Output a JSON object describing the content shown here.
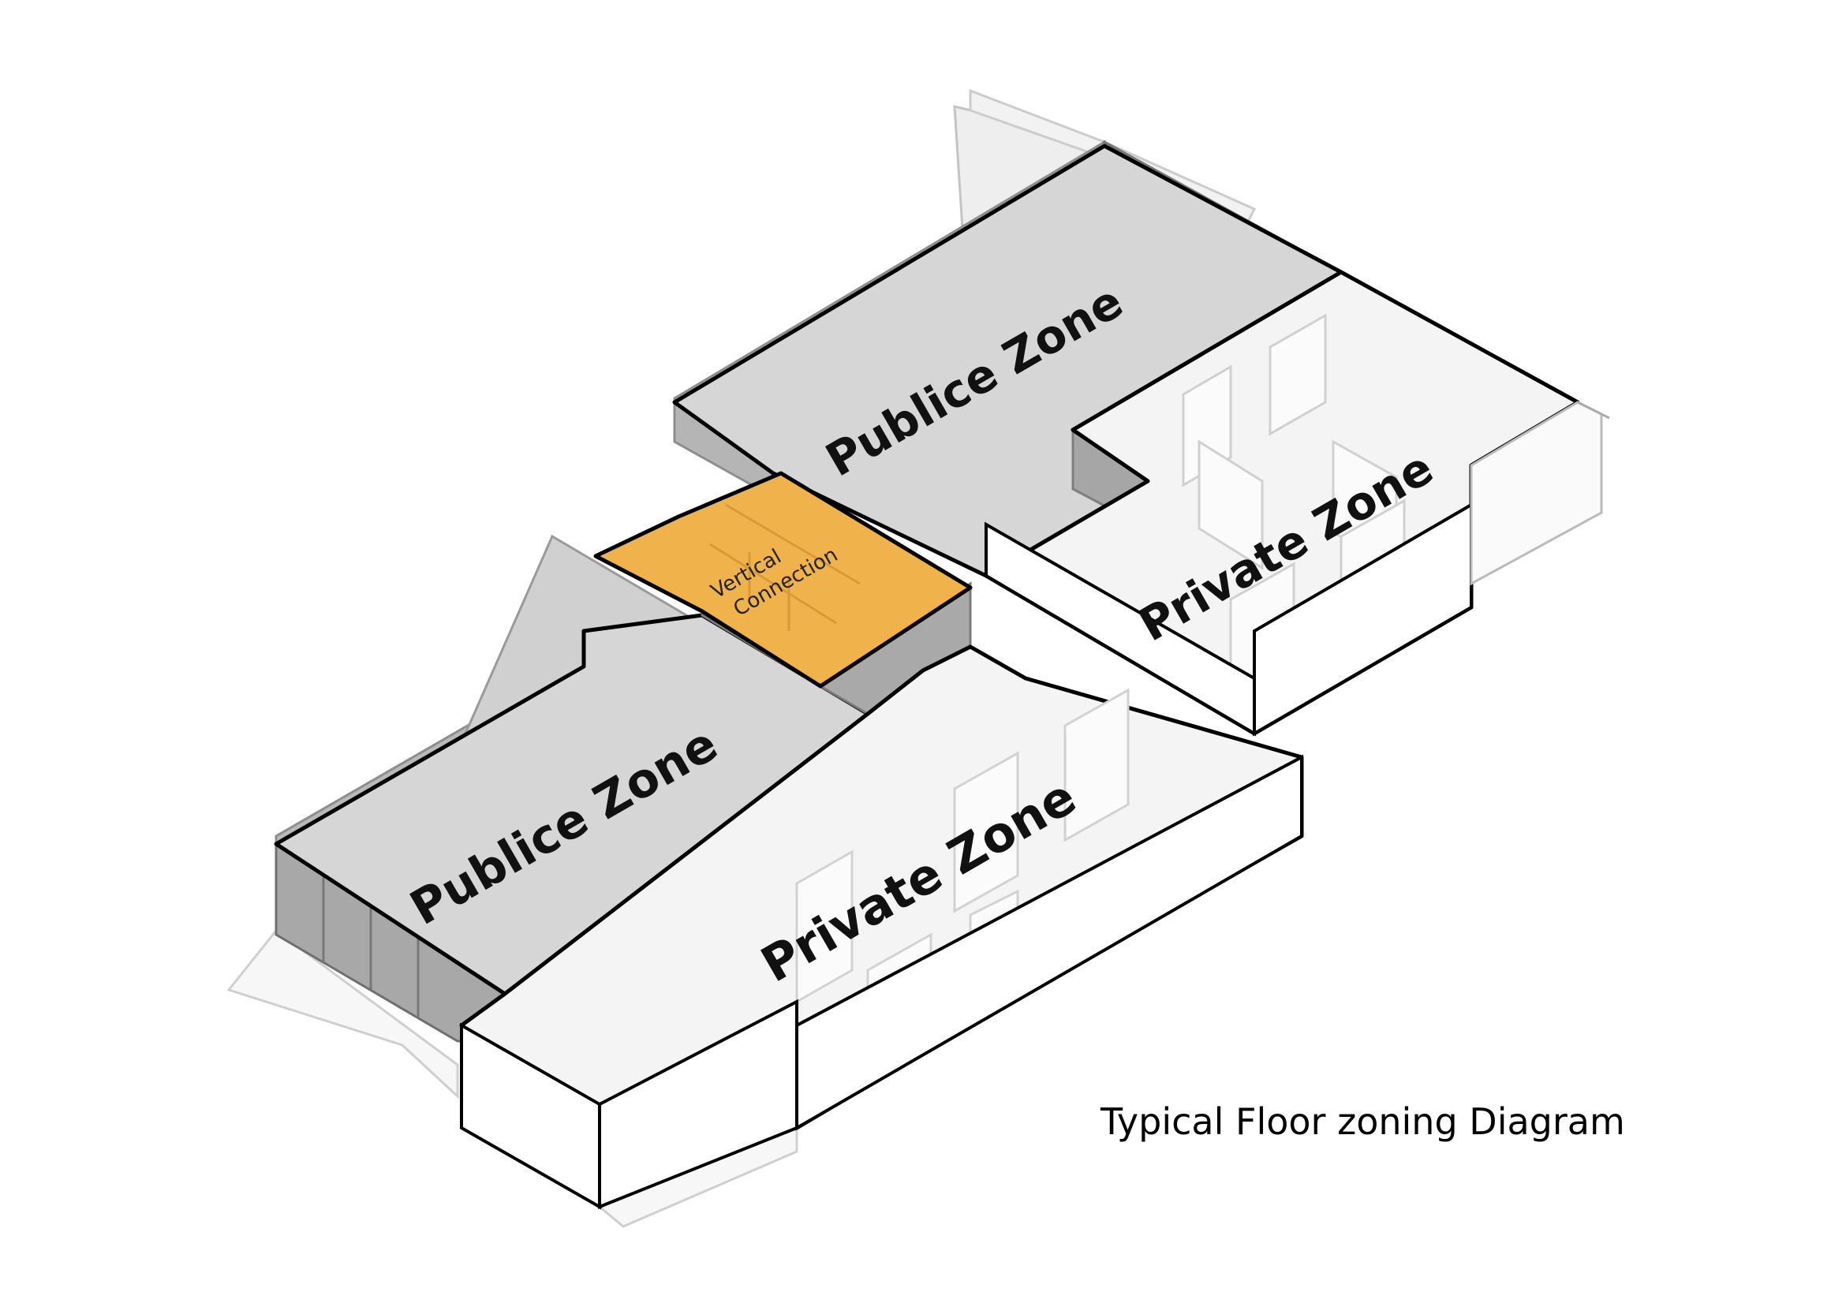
{
  "caption": "Typical Floor zoning Diagram",
  "zones": {
    "public_upper": "Publice Zone",
    "public_lower": "Publice Zone",
    "private_upper": "Private Zone",
    "private_lower": "Private Zone",
    "vertical_line1": "Vertical",
    "vertical_line2": "Connection"
  },
  "colors": {
    "public_floor": "#d6d6d6",
    "public_wall": "#a9a9a9",
    "private_floor": "#f4f4f4",
    "private_wall": "#ffffff",
    "vertical": "#f0b24a",
    "outline": "#000000"
  }
}
